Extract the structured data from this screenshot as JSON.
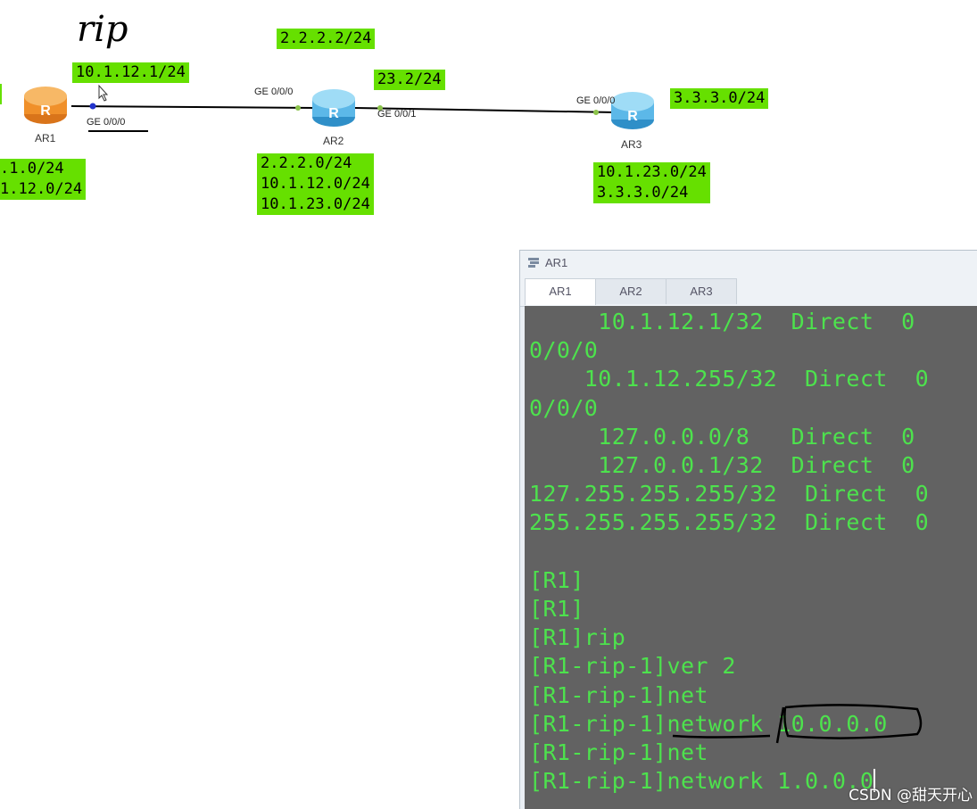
{
  "topology": {
    "handwritten_note": "rip",
    "labels": {
      "ar1_left_partial": "",
      "ar1_ip": "10.1.12.1/24",
      "ar2_loopback": "2.2.2.2/24",
      "ar2_right_ip": "23.2/24",
      "ar3_loopback": "3.3.3.0/24",
      "ar1_networks": ".1.0/24\n1.12.0/24",
      "ar2_networks": "2.2.2.0/24\n10.1.12.0/24\n10.1.23.0/24",
      "ar3_networks": "10.1.23.0/24\n3.3.3.0/24"
    },
    "routers": {
      "ar1": "AR1",
      "ar2": "AR2",
      "ar3": "AR3"
    },
    "ports": {
      "ar1_ge000": "GE 0/0/0",
      "ar2_ge000": "GE 0/0/0",
      "ar2_ge001": "GE 0/0/1",
      "ar3_ge000": "GE 0/0/0"
    },
    "colors": {
      "label_bg": "#66e000",
      "router_orange": "#f0902a",
      "router_blue": "#5cb8e8"
    }
  },
  "terminal_window": {
    "title": "AR1",
    "tabs": [
      {
        "label": "AR1",
        "active": true
      },
      {
        "label": "AR2",
        "active": false
      },
      {
        "label": "AR3",
        "active": false
      }
    ],
    "lines": [
      "     10.1.12.1/32  Direct  0",
      "0/0/0",
      "    10.1.12.255/32  Direct  0",
      "0/0/0",
      "     127.0.0.0/8   Direct  0",
      "     127.0.0.1/32  Direct  0",
      "127.255.255.255/32  Direct  0",
      "255.255.255.255/32  Direct  0",
      "",
      "[R1]",
      "[R1]",
      "[R1]rip",
      "[R1-rip-1]ver 2",
      "[R1-rip-1]net",
      "[R1-rip-1]network 10.0.0.0",
      "[R1-rip-1]net",
      "[R1-rip-1]network 1.0.0.0"
    ],
    "colors": {
      "bg": "#626262",
      "fg": "#4de24d"
    }
  },
  "watermark": "CSDN @甜天开心"
}
